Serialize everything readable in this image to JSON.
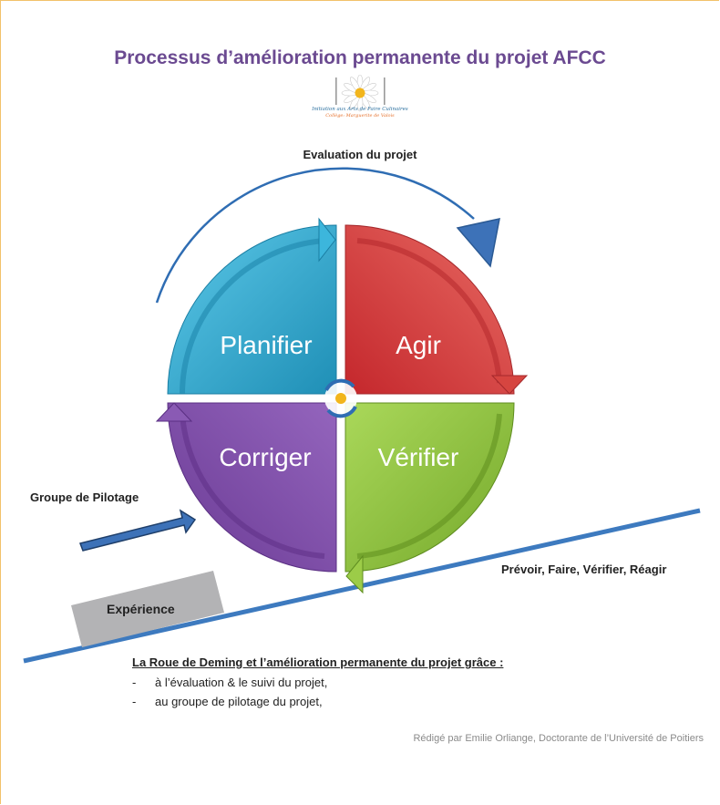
{
  "title": "Processus d’amélioration permanente du projet AFCC",
  "logo": {
    "name": "daisy-logo",
    "line1": "Initiation aux Arts de Faire Culinaires",
    "line2": "Collège: Marguerite de Valois"
  },
  "evaluation_label": "Evaluation du projet",
  "quadrants": {
    "top_left": {
      "label": "Planifier",
      "color": "#2aa7cc"
    },
    "top_right": {
      "label": "Agir",
      "color": "#d8363a"
    },
    "bottom_left": {
      "label": "Corriger",
      "color": "#7a4aa2"
    },
    "bottom_right": {
      "label": "Vérifier",
      "color": "#8ec43a"
    }
  },
  "left_label": "Groupe de Pilotage",
  "slope_label": "Prévoir, Faire, Vérifier, Réagir",
  "experience_label": "Expérience",
  "bottom": {
    "title": "La Roue de Deming et l’amélioration permanente du projet grâce :",
    "items": [
      {
        "dash": "-",
        "text": "à l’évaluation & le suivi du projet,"
      },
      {
        "dash": "-",
        "text": "au groupe de pilotage du projet,"
      }
    ]
  },
  "credit": "Rédigé par Emilie Orliange, Doctorante de l’Université de Poitiers",
  "colors": {
    "title": "#6b4a91",
    "slope_line": "#3d7abf",
    "experience_block": "#b3b3b5",
    "frame": "#f2c26a"
  }
}
